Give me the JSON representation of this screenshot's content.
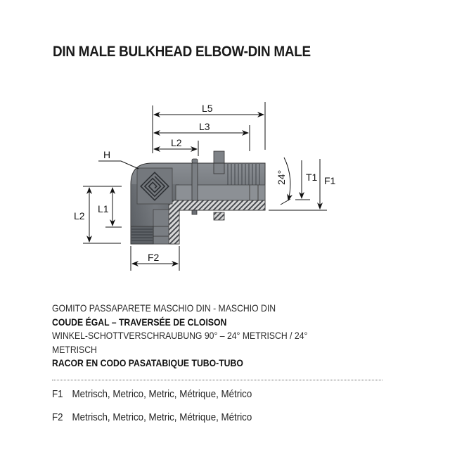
{
  "title": "DIN MALE BULKHEAD ELBOW-DIN MALE",
  "drawing": {
    "labels": {
      "L5": "L5",
      "L3": "L3",
      "L2_top": "L2",
      "H": "H",
      "L2_left": "L2",
      "L1": "L1",
      "F2": "F2",
      "angle": "24°",
      "T1": "T1",
      "F1": "F1"
    }
  },
  "description": [
    {
      "text": "GOMITO PASSAPARETE MASCHIO DIN - MASCHIO DIN",
      "bold": false
    },
    {
      "text": "COUDE ÉGAL – TRAVERSÉE DE CLOISON",
      "bold": true
    },
    {
      "text": "WINKEL-SCHOTTVERSCHRAUBUNG 90° – 24° METRISCH / 24°",
      "bold": false
    },
    {
      "text": "METRISCH",
      "bold": false
    },
    {
      "text": "RACOR EN CODO PASATABIQUE TUBO-TUBO",
      "bold": true
    }
  ],
  "specs": [
    {
      "code": "F1",
      "value": "Metrisch, Metrico, Metric, Métrique, Métrico"
    },
    {
      "code": "F2",
      "value": "Metrisch, Metrico, Metric, Métrique, Métrico"
    }
  ]
}
